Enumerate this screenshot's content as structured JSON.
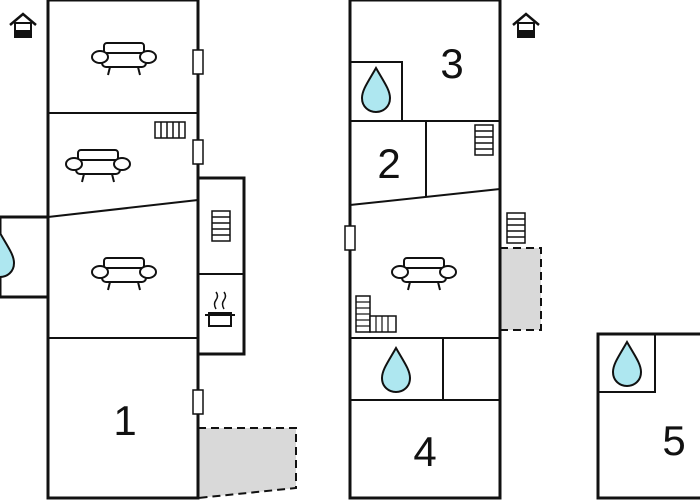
{
  "floorplan": {
    "rooms": [
      {
        "label": "1",
        "kind": "bedroom"
      },
      {
        "label": "2",
        "kind": "bedroom"
      },
      {
        "label": "3",
        "kind": "bedroom"
      },
      {
        "label": "4",
        "kind": "bedroom"
      },
      {
        "label": "5",
        "kind": "bedroom"
      }
    ],
    "icons": {
      "entrance": "house-entrance-icon",
      "bath": "water-drop-icon",
      "sofa": "sofa-icon",
      "radiator": "radiator-icon",
      "stairs": "stairs-icon",
      "cooking": "cooking-pot-icon",
      "window": "window-icon"
    },
    "colors": {
      "wall": "#111111",
      "water": "#aee7f0",
      "terrace": "#d9d9d9",
      "background": "#ffffff"
    }
  }
}
